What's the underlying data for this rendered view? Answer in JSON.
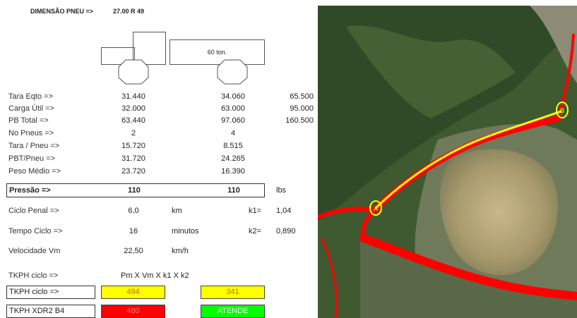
{
  "header": {
    "label": "DIMENSÃO PNEU =>",
    "value": "27.00 R 49"
  },
  "truck": {
    "trailer_label": "60 ton."
  },
  "rows": [
    {
      "label": "Tara Eqto =>",
      "col1": "31.440",
      "col2": "34.060",
      "col3": "65.500"
    },
    {
      "label": "Carga Útil  =>",
      "col1": "32.000",
      "col2": "63.000",
      "col3": "95.000"
    },
    {
      "label": "PB Total =>",
      "col1": "63.440",
      "col2": "97.060",
      "col3": "160.500"
    },
    {
      "label": "No Pneus  =>",
      "col1": "2",
      "col2": "4",
      "col3": ""
    },
    {
      "label": "Tara / Pneu =>",
      "col1": "15.720",
      "col2": "8.515",
      "col3": ""
    },
    {
      "label": "PBT/Pneu =>",
      "col1": "31.720",
      "col2": "24.265",
      "col3": ""
    },
    {
      "label": "Peso Médio  =>",
      "col1": "23.720",
      "col2": "16.390",
      "col3": ""
    }
  ],
  "pressao": {
    "label": "Pressão  =>",
    "col1": "110",
    "col2": "110",
    "unit": "lbs"
  },
  "ciclo": {
    "label": "Ciclo Penal  =>",
    "value": "6,0",
    "unit": "km",
    "k_label": "k1=",
    "k_value": "1,04"
  },
  "tempo": {
    "label": "Tempo Ciclo  =>",
    "value": "16",
    "unit": "minutos",
    "k_label": "k2=",
    "k_value": "0,890"
  },
  "velocidade": {
    "label": "Velocidade Vm",
    "value": "22,50",
    "unit": "km/h"
  },
  "formula": {
    "label": "TKPH ciclo  =>",
    "expression": "Pm  X  Vm  X  k1  X  k2"
  },
  "tkph": {
    "label": "TKPH ciclo  =>",
    "col1": "494",
    "col2": "341"
  },
  "xdr": {
    "label": "TKPH XDR2 B4",
    "col1": "480",
    "col2": "ATENDE"
  },
  "colors": {
    "yellow": "#ffff00",
    "red": "#ff0000",
    "green": "#00ff00",
    "value_text": "#e06000"
  },
  "map": {
    "marker_a": "A",
    "marker_b": "B"
  }
}
